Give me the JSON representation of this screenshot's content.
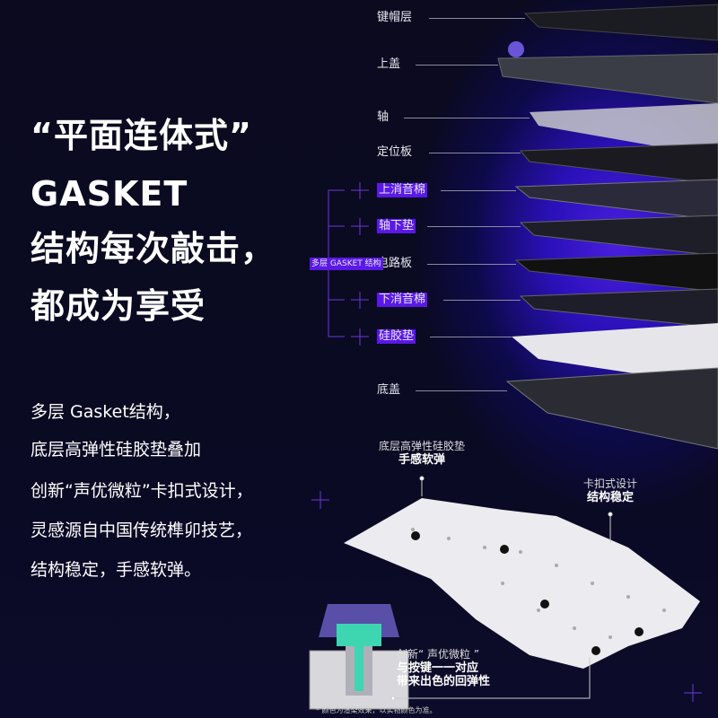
{
  "headline": [
    "“平面连体式”",
    "GASKET",
    "结构每次敲击，",
    "都成为享受"
  ],
  "body": [
    "多层 Gasket结构，",
    "底层高弹性硅胶垫叠加",
    "创新“声优微粒”卡扣式设计，",
    "灵感源自中国传统榫卯技艺，",
    "结构稳定，手感软弹。"
  ],
  "layers": [
    {
      "label": "键帽层",
      "highlight": false
    },
    {
      "label": "上盖",
      "highlight": false
    },
    {
      "label": "轴",
      "highlight": false
    },
    {
      "label": "定位板",
      "highlight": false
    },
    {
      "label": "上消音棉",
      "highlight": true
    },
    {
      "label": "轴下垫",
      "highlight": true
    },
    {
      "label": "电路板",
      "highlight": false
    },
    {
      "label": "下消音棉",
      "highlight": true
    },
    {
      "label": "硅胶垫",
      "highlight": true
    },
    {
      "label": "底盖",
      "highlight": false
    }
  ],
  "group_label": "多层 GASKET 结构",
  "callouts": {
    "silicone": {
      "line1": "底层高弹性硅胶垫",
      "line2": "手感软弹"
    },
    "clip": {
      "line1": "卡扣式设计",
      "line2": "结构稳定"
    },
    "particle": {
      "line1": "创新“ 声优微粒 ”",
      "line2": "与按键一一对应",
      "line3": "带来出色的回弹性"
    }
  },
  "footnote": "* 颜色为渲染效果，以实物颜色为准。",
  "colors": {
    "accent": "#5b18e8",
    "background": "#0b0a1f",
    "glow": "#4a1fe0"
  }
}
